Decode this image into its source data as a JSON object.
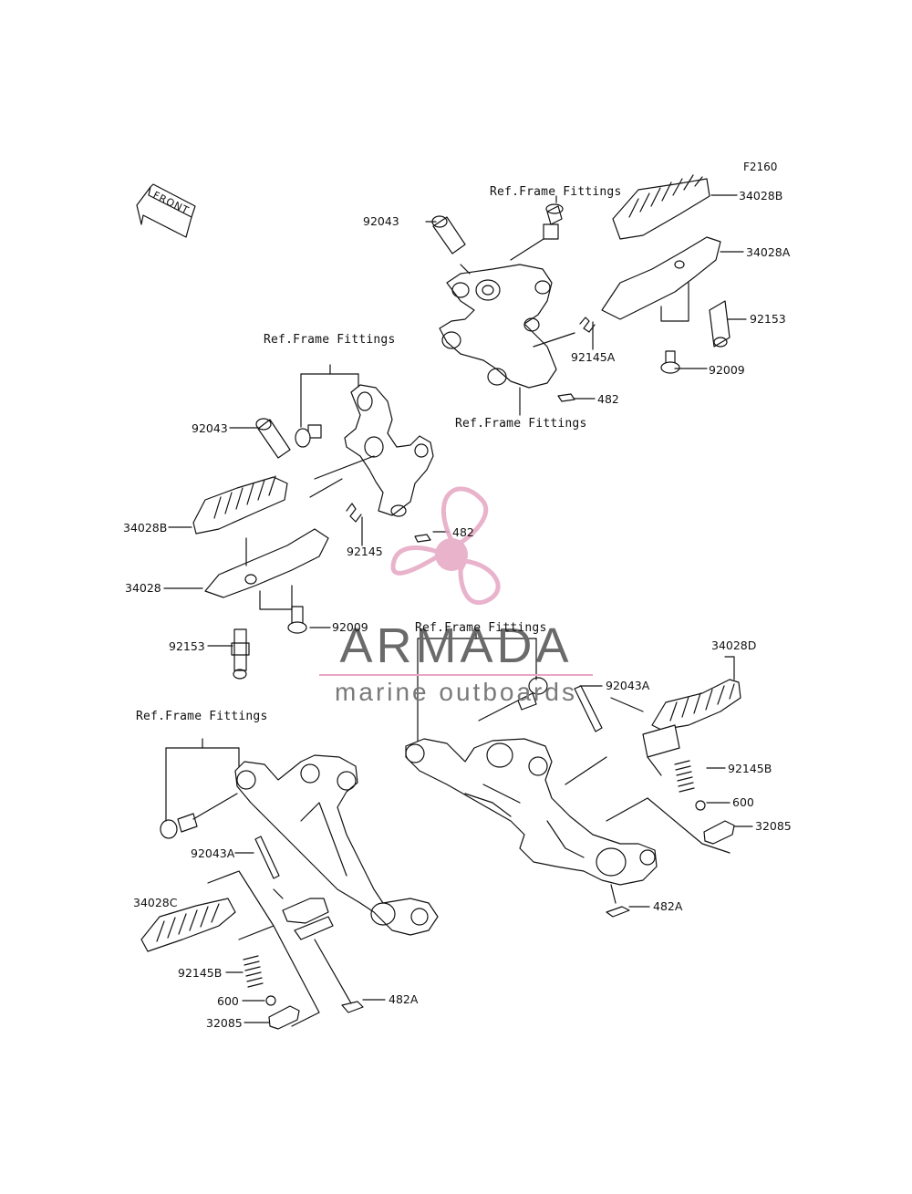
{
  "diagram_code": "F2160",
  "front_label": "FRONT",
  "watermark": {
    "brand": "ARMADA",
    "tagline": "marine outboards",
    "color": "#e6a6c4"
  },
  "labels": {
    "ref_frame_top": "Ref.Frame Fittings",
    "ref_frame_top_bottom": "Ref.Frame Fittings",
    "ref_frame_left": "Ref.Frame Fittings",
    "ref_frame_lower_left": "Ref.Frame Fittings",
    "ref_frame_lower_right": "Ref.Frame Fittings",
    "p92043_top": "92043",
    "p34028B_top": "34028B",
    "p34028A": "34028A",
    "p92153_top": "92153",
    "p92145A": "92145A",
    "p92009_top": "92009",
    "p482_top": "482",
    "p92043_left": "92043",
    "p34028B_left": "34028B",
    "p34028": "34028",
    "p92145": "92145",
    "p482_left": "482",
    "p92009_left": "92009",
    "p92153_left": "92153",
    "p34028D": "34028D",
    "p92043A_right": "92043A",
    "p92145B_right": "92145B",
    "p600_right": "600",
    "p32085_right": "32085",
    "p482A_right": "482A",
    "p92043A_left": "92043A",
    "p34028C": "34028C",
    "p92145B_left": "92145B",
    "p600_left": "600",
    "p32085_left": "32085",
    "p482A_left": "482A"
  }
}
